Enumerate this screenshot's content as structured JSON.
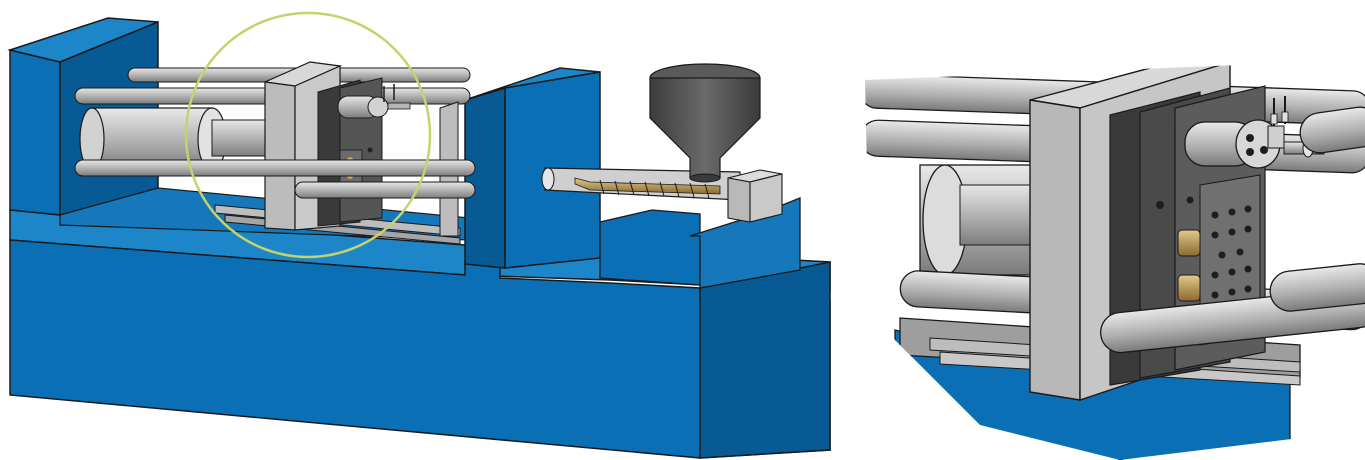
{
  "colors": {
    "machine_blue": "#0a6fb4",
    "machine_blue_dark": "#075a94",
    "machine_blue_light": "#1d86c8",
    "steel_light": "#c9c9c9",
    "steel_mid": "#a7a7a7",
    "steel_dark": "#7c7c7c",
    "mold_dark": "#3a3a3a",
    "hopper_dark": "#4a4a4a",
    "screw_gold": "#c6a25e",
    "highlight_circle": "#c5d36a",
    "outline": "#1a1a1a"
  },
  "views": [
    {
      "name": "overview",
      "description_visible": false
    },
    {
      "name": "detail",
      "description_visible": false
    }
  ],
  "highlight": {
    "shape": "circle",
    "color_ref": "highlight_circle"
  }
}
